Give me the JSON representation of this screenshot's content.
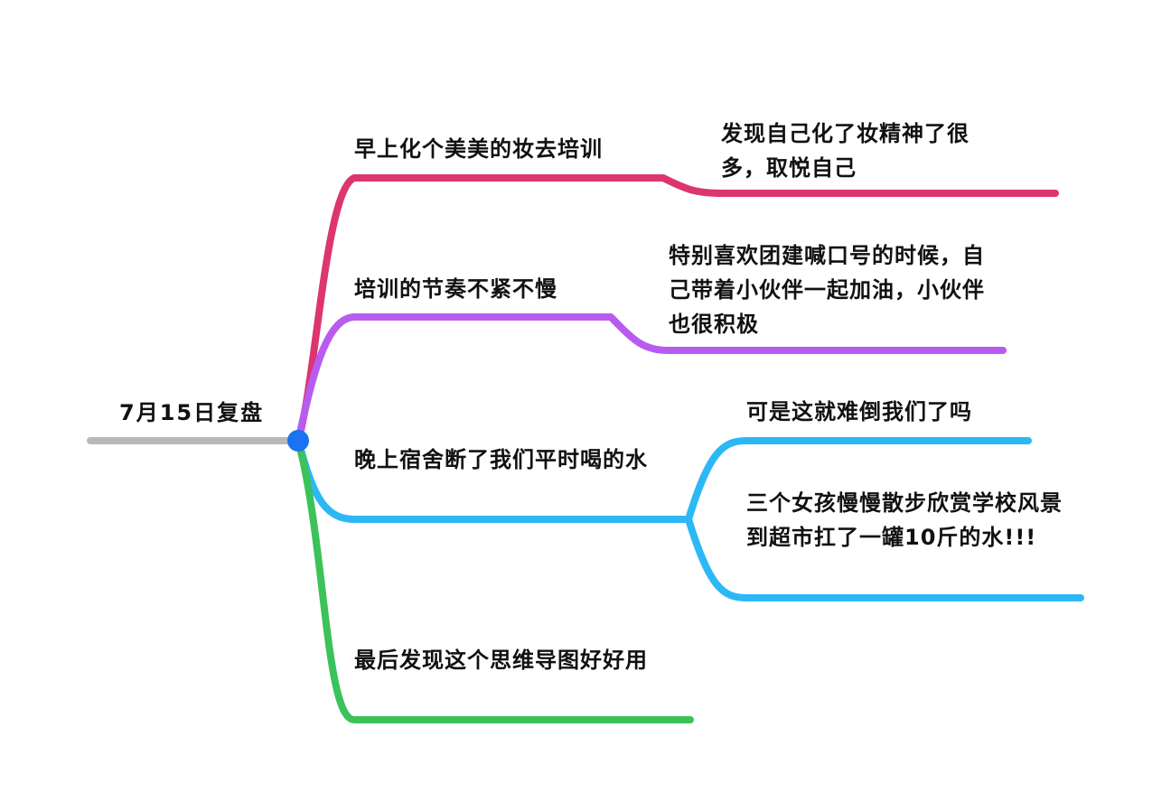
{
  "root": {
    "label": "7月15日复盘",
    "color": "#b8b8b8",
    "dot_color": "#1a73f0"
  },
  "branches": [
    {
      "label": "早上化个美美的妆去培训",
      "color": "#dc3570",
      "children": [
        {
          "label": "发现自己化了妆精神了很多，取悦自己"
        }
      ]
    },
    {
      "label": "培训的节奏不紧不慢",
      "color": "#b85cf0",
      "children": [
        {
          "label": "特别喜欢团建喊口号的时候，自己带着小伙伴一起加油，小伙伴也很积极"
        }
      ]
    },
    {
      "label": "晚上宿舍断了我们平时喝的水",
      "color": "#2cb8f5",
      "children": [
        {
          "label": "可是这就难倒我们了吗"
        },
        {
          "label": "三个女孩慢慢散步欣赏学校风景到超市扛了一罐10斤的水!!!"
        }
      ]
    },
    {
      "label": "最后发现这个思维导图好好用",
      "color": "#3cc25a",
      "children": []
    }
  ]
}
